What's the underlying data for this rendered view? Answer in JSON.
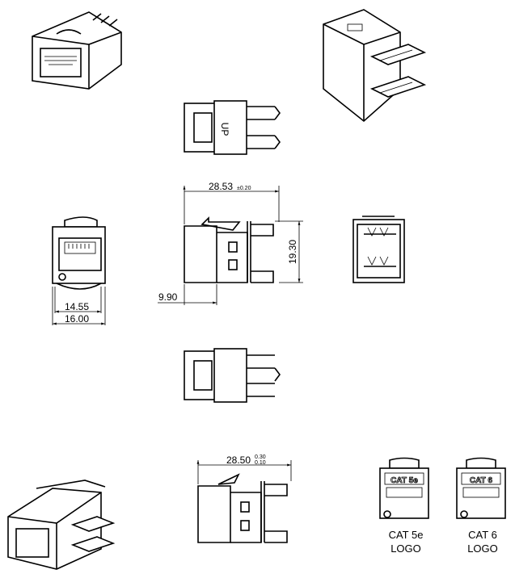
{
  "views": {
    "top_view": {
      "marking": "UP"
    },
    "side_view": {
      "length": "28.53",
      "length_tol": "±0.20",
      "height": "19.30",
      "front_depth": "9.90"
    },
    "front_view": {
      "inner_width": "14.55",
      "outer_width": "16.00"
    },
    "bottom_side_view": {
      "length": "28.50",
      "tol_plus": "0.30",
      "tol_minus": "0.10"
    }
  },
  "logos": [
    {
      "marking": "CAT 5e",
      "caption_line1": "CAT 5e",
      "caption_line2": "LOGO"
    },
    {
      "marking": "CAT 6",
      "caption_line1": "CAT 6",
      "caption_line2": "LOGO"
    }
  ]
}
